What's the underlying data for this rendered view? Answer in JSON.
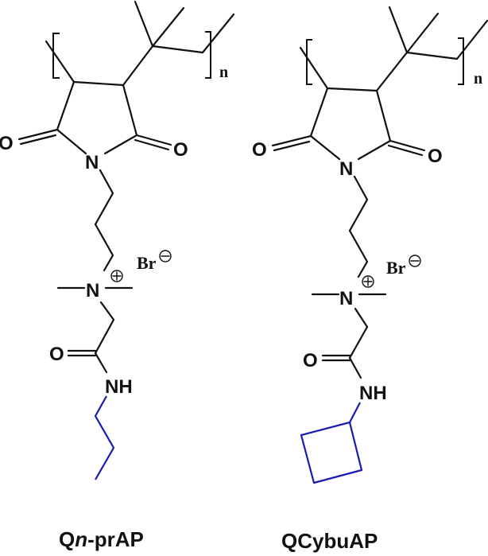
{
  "figure": {
    "type": "chemical-structures",
    "colors": {
      "bond": "#111111",
      "highlight": "#1a1ab4",
      "background": "#ffffff"
    },
    "structures": [
      {
        "name_prefix": "Q",
        "name_italic": "n",
        "name_suffix": "-prAP",
        "full_name": "Qn-prAP",
        "repeat_subscript": "n",
        "atoms": {
          "o_left": "O",
          "o_right": "O",
          "n_imide": "N",
          "n_quat": "N",
          "counter_ion": "Br",
          "o_amide": "O",
          "nh_amide": "NH"
        },
        "substituent": "n-propyl"
      },
      {
        "full_name": "QCybuAP",
        "repeat_subscript": "n",
        "atoms": {
          "o_left": "O",
          "o_right": "O",
          "n_imide": "N",
          "n_quat": "N",
          "counter_ion": "Br",
          "o_amide": "O",
          "nh_amide": "NH"
        },
        "substituent": "cyclobutyl"
      }
    ]
  }
}
